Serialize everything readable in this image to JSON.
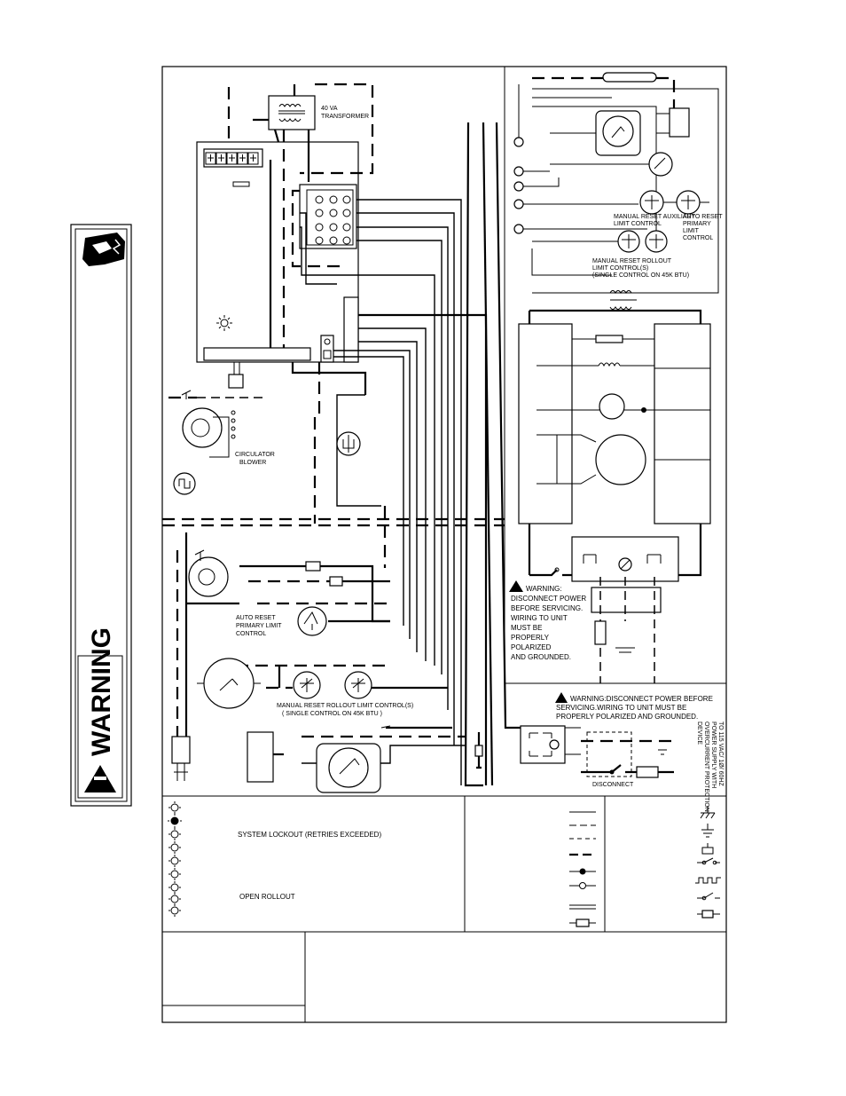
{
  "side_warning": {
    "text": "WARNING"
  },
  "transformer": {
    "label_line1": "40 VA",
    "label_line2": "TRANSFORMER"
  },
  "circulator": {
    "label_line1": "CIRCULATOR",
    "label_line2": "BLOWER"
  },
  "limits_left": {
    "auto_reset_line1": "AUTO RESET",
    "auto_reset_line2": "PRIMARY LIMIT",
    "auto_reset_line3": "CONTROL",
    "rollout_line1": "MANUAL RESET ROLLOUT LIMIT CONTROL(S)",
    "rollout_line2": "( SINGLE CONTROL ON 45K BTU )"
  },
  "limits_right": {
    "aux_line1": "MANUAL RESET AUXILIARY",
    "aux_line2": "LIMIT CONTROL",
    "auto_line1": "AUTO RESET",
    "auto_line2": "PRIMARY",
    "auto_line3": "LIMIT",
    "auto_line4": "CONTROL",
    "rollout_line1": "MANUAL RESET ROLLOUT",
    "rollout_line2": "LIMIT CONTROL(S)",
    "rollout_line3": "(SINGLE CONTROL ON 45K BTU)"
  },
  "warning_right": {
    "title": "WARNING:",
    "lines": [
      "DISCONNECT POWER",
      "BEFORE SERVICING.",
      "WIRING TO UNIT",
      "MUST BE",
      "PROPERLY",
      "POLARIZED",
      "AND GROUNDED."
    ]
  },
  "warning_bottom": {
    "line1": "WARNING:DISCONNECT POWER BEFORE",
    "line2": "SERVICING.WIRING TO UNIT MUST BE",
    "line3": "PROPERLY POLARIZED AND GROUNDED."
  },
  "disconnect": {
    "label": "DISCONNECT"
  },
  "rotated_note": {
    "line1": "TO 115 VAC/ 1Ø/ 60HZ",
    "line2": "POWER SUPPLY WITH",
    "line3": "OVERCURRENT PROTECTION",
    "line4": "DEVICE"
  },
  "legend": {
    "system_lockout": "SYSTEM LOCKOUT (RETRIES EXCEEDED)",
    "open_rollout": "OPEN ROLLOUT"
  }
}
